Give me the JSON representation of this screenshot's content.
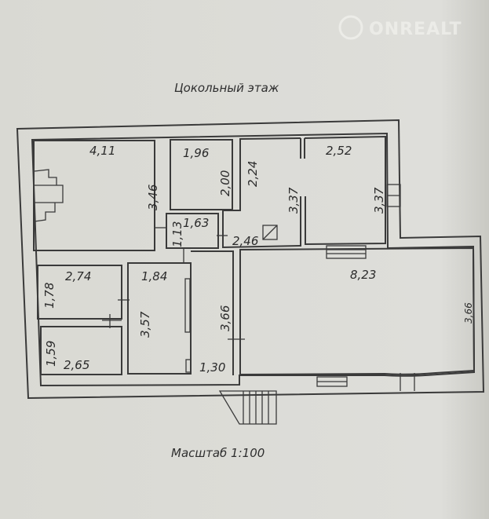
{
  "title": "Цокольный этаж",
  "scale": "Масштаб 1:100",
  "watermark": "ONREALT",
  "dimensions": {
    "stair_room_w": "4,11",
    "stair_room_h": "3,46",
    "room_196_w": "1,96",
    "room_196_h": "2,00",
    "hall_w": "1,63",
    "hall_h": "1,13",
    "room_224_h": "2,24",
    "room_224_w": "2,46",
    "room_224_h2": "3,37",
    "room_252_w": "2,52",
    "room_252_h": "3,37",
    "room_274_w": "2,74",
    "room_274_h": "1,78",
    "room_265_w": "2,65",
    "room_265_h": "1,59",
    "room_184_w": "1,84",
    "room_184_h": "3,57",
    "corridor_h": "3,66",
    "corridor_w": "1,30",
    "big_room_w": "8,23",
    "big_room_h": "3,66"
  },
  "colors": {
    "paper": "#dcdcd6",
    "ink": "#3a3a3a"
  }
}
